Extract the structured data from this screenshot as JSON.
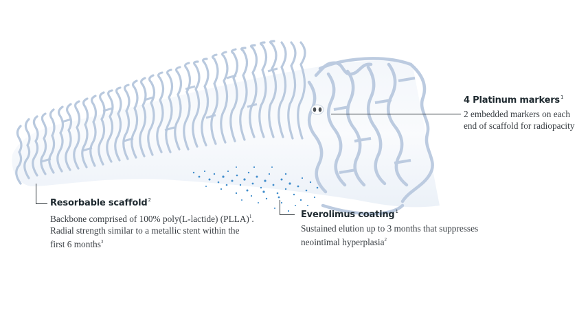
{
  "diagram": {
    "subject": "bioresorbable-vascular-scaffold",
    "colors": {
      "strut": "#d3deec",
      "strut_edge": "#a9bcd6",
      "strut_highlight": "#f2f6fb",
      "drug_dots": "#3f8ccb",
      "leader_line": "#2c3338",
      "title_text": "#1f2a30",
      "body_text": "#3a3f44",
      "marker": "#4a4f55"
    }
  },
  "callouts": {
    "platinum": {
      "title": "4 Platinum markers",
      "title_ref": "1",
      "body": "2 embedded markers on each end of scaffold for radiopacity"
    },
    "scaffold": {
      "title": "Resorbable scaffold",
      "title_ref": "2",
      "body_part1": "Backbone comprised of 100% poly(L-lactide) (PLLA)",
      "body_ref1": "1",
      "body_part2": ". Radial strength similar to a metallic stent within the first 6 months",
      "body_ref2": "3"
    },
    "coating": {
      "title": "Everolimus coating",
      "title_ref": "1",
      "body_part1": "Sustained elution up to 3 months that suppresses neointimal hyperplasia",
      "body_ref1": "2"
    }
  }
}
